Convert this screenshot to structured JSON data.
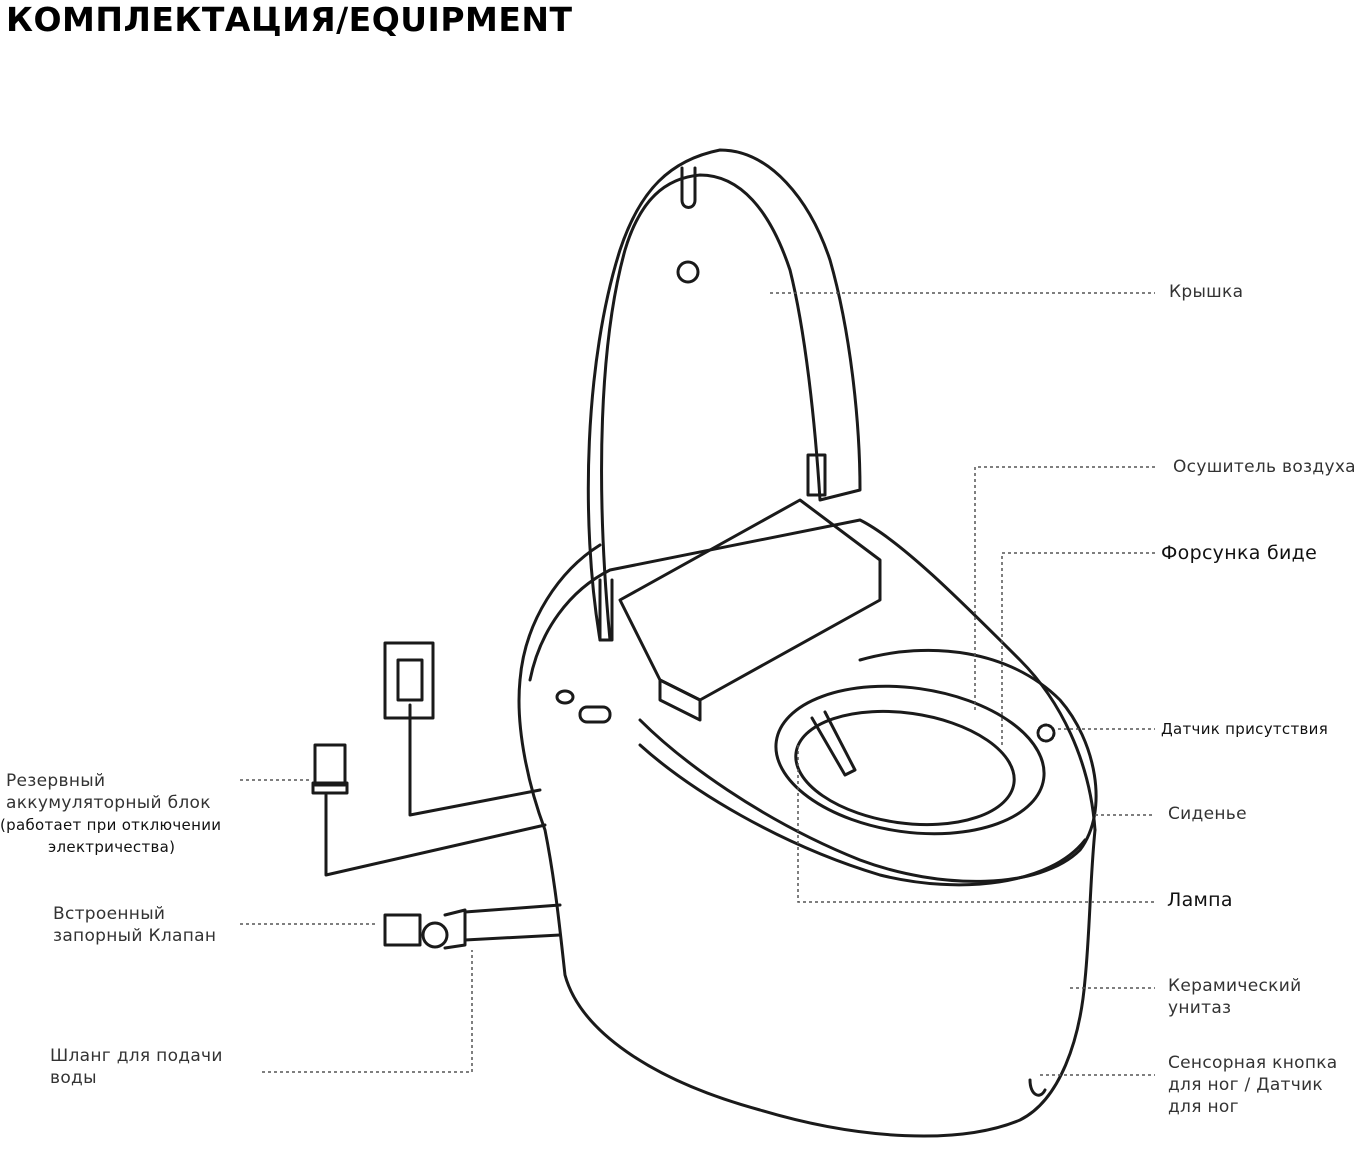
{
  "title": "КОМПЛЕКТАЦИЯ/EQUIPMENT",
  "labels": {
    "lid": "Крышка",
    "air_dryer": "Осушитель воздуха",
    "bidet_nozzle": "Форсунка биде",
    "presence_sensor": "Датчик присутствия",
    "seat": "Сиденье",
    "lamp": "Лампа",
    "ceramic_toilet": [
      "Керамический",
      "унитаз"
    ],
    "foot_sensor": [
      "Сенсорная кнопка",
      "для ног / Датчик",
      "для ног"
    ],
    "backup_battery": [
      "Резервный",
      "аккумуляторный блок",
      "(работает при отключении",
      "электричества)"
    ],
    "shutoff_valve": [
      "Встроенный",
      "запорный Клапан"
    ],
    "water_hose": [
      "Шланг для подачи",
      "воды"
    ]
  }
}
